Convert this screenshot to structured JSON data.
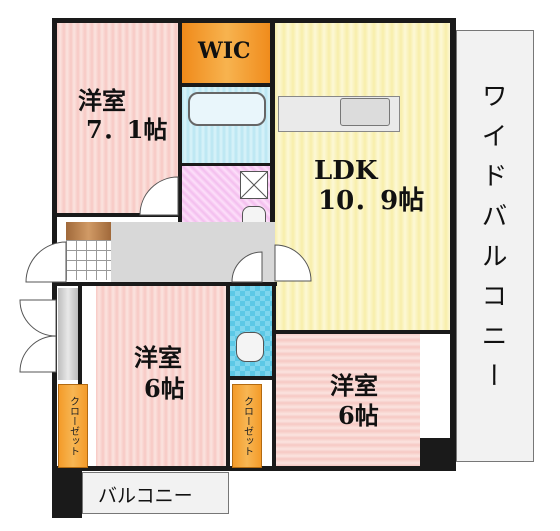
{
  "rooms": {
    "western_nw": {
      "name": "洋室",
      "size": "7．1帖"
    },
    "ldk": {
      "name": "LDK",
      "size": "10．9帖"
    },
    "western_sw": {
      "name": "洋室",
      "size": "6帖"
    },
    "western_se": {
      "name": "洋室",
      "size": "6帖"
    },
    "wic": {
      "name": "WIC"
    }
  },
  "closets": {
    "left": "クローゼット",
    "right": "クローゼット"
  },
  "balconies": {
    "wide": "ワイドバルコニー",
    "small": "バルコニー"
  },
  "colors": {
    "pink_room": "#f7c9c4",
    "ldk_yellow": "#f7eeaa",
    "closet_orange": "#f49b2a",
    "bath_cyan": "#bde8f3",
    "wash_purple": "#f5c4ef",
    "wall": "#1a1a1a"
  }
}
